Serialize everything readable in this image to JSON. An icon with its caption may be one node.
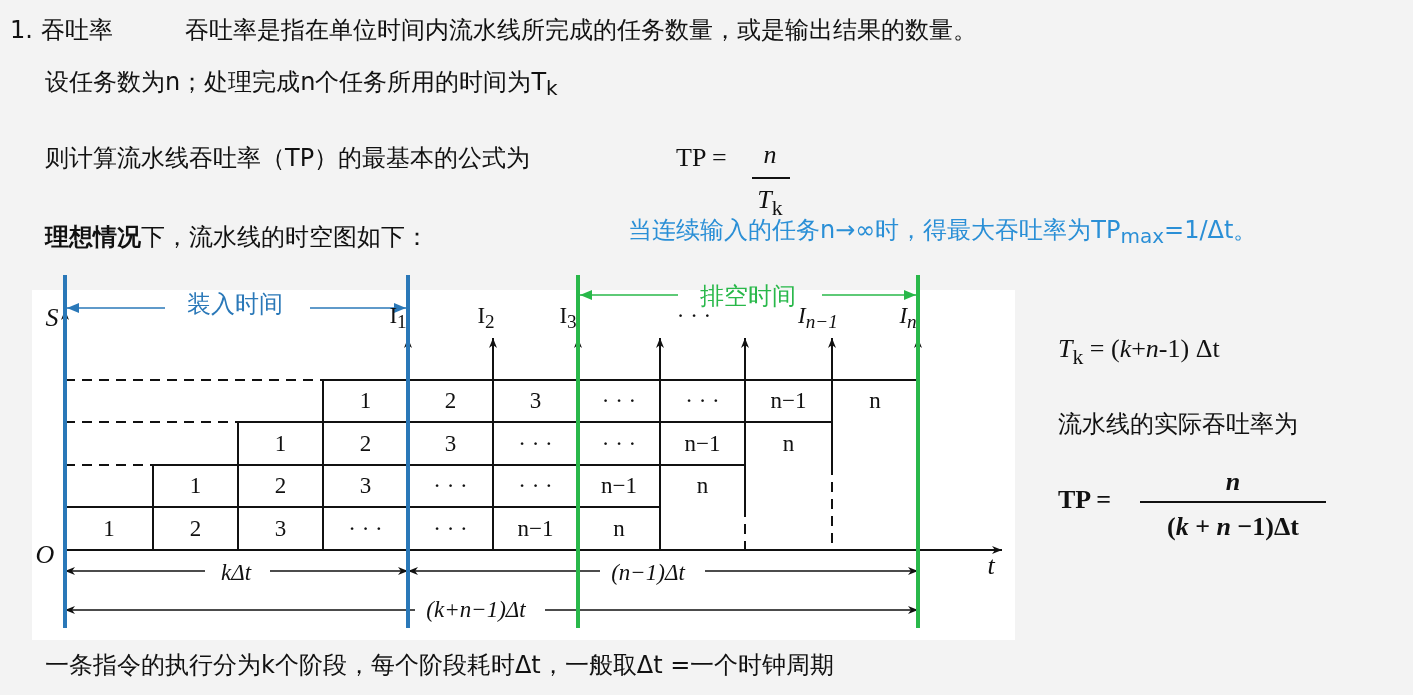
{
  "diagram": {
    "labels": [
      "1. 吞吐率",
      "吞吐率是指在单位时间内流水线所完成的任务数量，或是输出结果的数量。",
      "设任务数为n；处理完成n个任务所用的时间为T$_{k}$",
      "则计算流水线吞吐率（TP）的最基本的公式为",
      "TP =",
      "n",
      "*T*$_{k}$",
      "**理想情况**下，流水线的时空图如下：",
      "当连续输入的任务n→∞时，得最大吞吐率为TP$_{max}$=1/Δt。",
      "*S*",
      "装入时间",
      "I$_{1}$",
      "I$_{2}$",
      "I$_{3}$",
      "· · ·",
      "排空时间",
      "I$_{n−1}$",
      "I$_{n}$",
      "1",
      "2",
      "3",
      "· · ·",
      "· · ·",
      "n−1",
      "n",
      "1",
      "2",
      "3",
      "· · ·",
      "· · ·",
      "n−1",
      "n",
      "1",
      "2",
      "3",
      "· · ·",
      "· · ·",
      "n−1",
      "n",
      "1",
      "2",
      "3",
      "· · ·",
      "· · ·",
      "n−1",
      "n",
      "*O*",
      "kΔt",
      "(n−1)Δt",
      "*t*",
      "(k+n−1)Δt",
      "*T*$_{k}$ = (*k*+*n*-1) Δt",
      "流水线的实际吞吐率为",
      "TP =",
      "n",
      "(*k* + *n* −1)Δt",
      "一条指令的执行分为k个阶段，每个阶段耗时Δt，一般取Δt =一个时钟周期"
    ]
  }
}
